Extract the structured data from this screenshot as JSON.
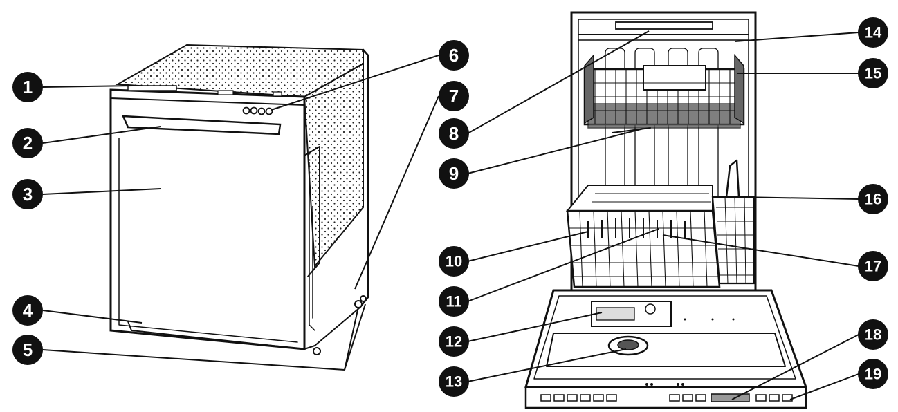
{
  "diagram": {
    "callouts": [
      {
        "id": 1,
        "label": "1"
      },
      {
        "id": 2,
        "label": "2"
      },
      {
        "id": 3,
        "label": "3"
      },
      {
        "id": 4,
        "label": "4"
      },
      {
        "id": 5,
        "label": "5"
      },
      {
        "id": 6,
        "label": "6"
      },
      {
        "id": 7,
        "label": "7"
      },
      {
        "id": 8,
        "label": "8"
      },
      {
        "id": 9,
        "label": "9"
      },
      {
        "id": 10,
        "label": "10"
      },
      {
        "id": 11,
        "label": "11"
      },
      {
        "id": 12,
        "label": "12"
      },
      {
        "id": 13,
        "label": "13"
      },
      {
        "id": 14,
        "label": "14"
      },
      {
        "id": 15,
        "label": "15"
      },
      {
        "id": 16,
        "label": "16"
      },
      {
        "id": 17,
        "label": "17"
      },
      {
        "id": 18,
        "label": "18"
      },
      {
        "id": 19,
        "label": "19"
      }
    ],
    "colors": {
      "ink": "#111111",
      "badge": "#111111",
      "badge_text": "#ffffff",
      "background": "#ffffff"
    }
  }
}
